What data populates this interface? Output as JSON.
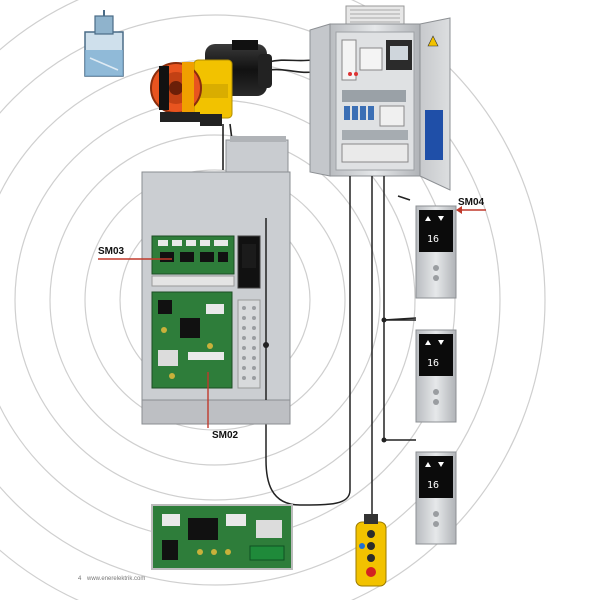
{
  "labels": {
    "sm01": "SM03",
    "sm02": "SM02",
    "sm04": "SM04"
  },
  "hall_stations": [
    {
      "floor": "16"
    },
    {
      "floor": "16"
    },
    {
      "floor": "16"
    }
  ],
  "footer": {
    "page": "4",
    "url": "www.enerelektrik.com"
  },
  "colors": {
    "label_line": "#c0392b",
    "cable": "#222222",
    "cabinet": "#c9ccd0",
    "pcb": "#2e7d3a",
    "motor_orange": "#e8541f",
    "motor_yellow": "#f2c200"
  },
  "icons": [
    "water-tank-icon",
    "traction-motor-icon",
    "control-cabinet-icon",
    "pendant-controller-icon"
  ]
}
